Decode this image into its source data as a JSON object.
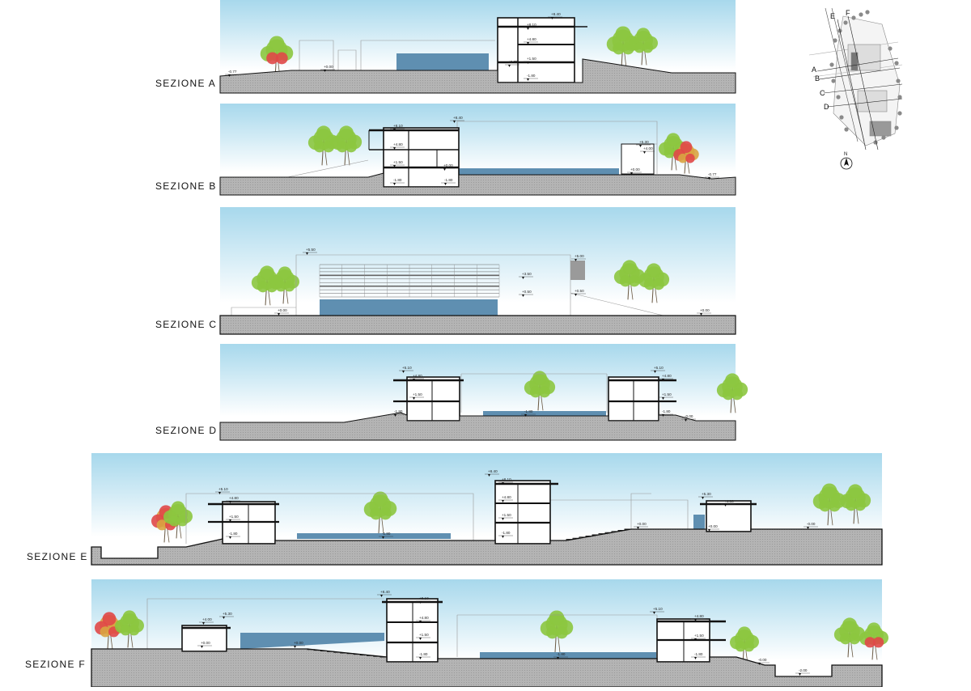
{
  "sections": [
    {
      "id": "A",
      "label": "SEZIONE A",
      "levels": [
        "+8.40",
        "+8.10",
        "+4.80",
        "+1.50",
        "+0.75",
        "+0.00",
        "-0.77",
        "-1.80"
      ]
    },
    {
      "id": "B",
      "label": "SEZIONE B",
      "levels": [
        "+8.40",
        "+8.10",
        "+4.80",
        "+1.50",
        "+0.00",
        "-1.80",
        "-1.80",
        "+5.30",
        "+4.00",
        "+0.00",
        "-0.77"
      ]
    },
    {
      "id": "C",
      "label": "SEZIONE C",
      "levels": [
        "+5.50",
        "+0.00",
        "+3.50",
        "+0.50",
        "+5.00",
        "+0.50",
        "+0.00"
      ]
    },
    {
      "id": "D",
      "label": "SEZIONE D",
      "levels": [
        "+5.10",
        "+4.80",
        "+1.50",
        "-1.80",
        "-1.80",
        "+5.10",
        "+4.80",
        "+1.50",
        "-1.80",
        "-0.00"
      ]
    },
    {
      "id": "E",
      "label": "SEZIONE E",
      "levels": [
        "+5.10",
        "+4.80",
        "+1.50",
        "-1.80",
        "-1.80",
        "+8.40",
        "+8.10",
        "+4.80",
        "+1.50",
        "-1.80",
        "+0.00",
        "+5.30",
        "+4.00",
        "+0.00",
        "-0.00"
      ]
    },
    {
      "id": "F",
      "label": "SEZIONE F",
      "levels": [
        "+5.30",
        "+4.00",
        "+0.00",
        "+0.00",
        "+8.40",
        "+8.10",
        "+4.80",
        "+1.50",
        "-1.80",
        "-1.80",
        "+5.10",
        "+4.80",
        "+1.50",
        "-1.80",
        "-0.00",
        "-2.00"
      ]
    }
  ],
  "key_plan": {
    "section_letters": [
      "E",
      "F",
      "A",
      "B",
      "C",
      "D"
    ],
    "north_label": "N"
  },
  "colors": {
    "sky_top": "#a7d8ec",
    "sky_bottom": "#ffffff",
    "ground": "#b4b4b4",
    "water": "#5f8fb1",
    "structure": "#111111",
    "tree_green": "#8cc63f",
    "tree_red": "#e04848"
  }
}
